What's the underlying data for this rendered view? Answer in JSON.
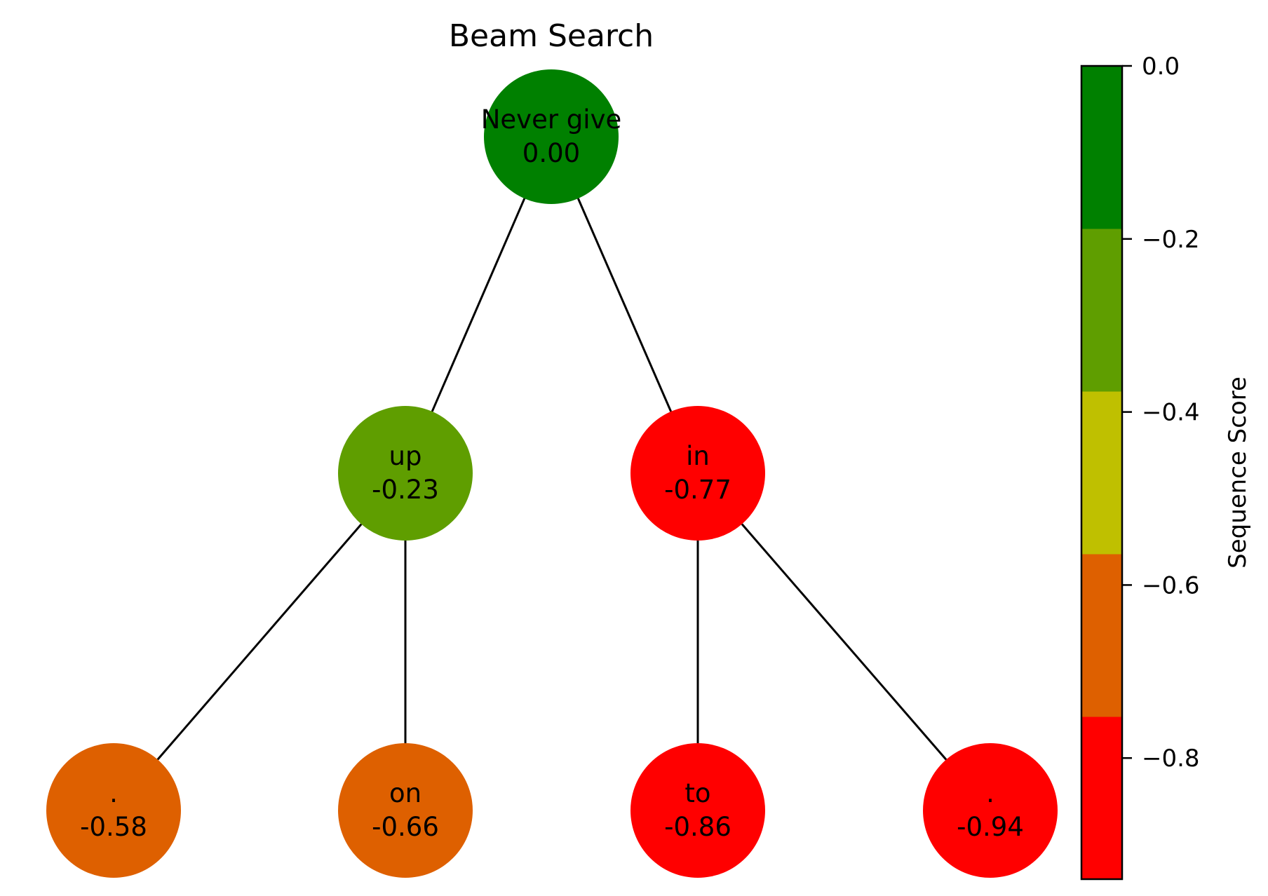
{
  "title": "Beam Search",
  "colors": {
    "edge": "#000000",
    "node_text": "#000000",
    "background": "#ffffff"
  },
  "nodes": [
    {
      "id": "root",
      "token": "Never give",
      "score": "0.00",
      "color": "#008000"
    },
    {
      "id": "up",
      "token": "up",
      "score": "-0.23",
      "color": "#5f9e00"
    },
    {
      "id": "in",
      "token": "in",
      "score": "-0.77",
      "color": "#ff0000"
    },
    {
      "id": "up_dot",
      "token": ".",
      "score": "-0.58",
      "color": "#de6000"
    },
    {
      "id": "up_on",
      "token": "on",
      "score": "-0.66",
      "color": "#de6000"
    },
    {
      "id": "in_to",
      "token": "to",
      "score": "-0.86",
      "color": "#ff0000"
    },
    {
      "id": "in_dot",
      "token": ".",
      "score": "-0.94",
      "color": "#ff0000"
    }
  ],
  "edges": [
    {
      "from": "root",
      "to": "up"
    },
    {
      "from": "root",
      "to": "in"
    },
    {
      "from": "up",
      "to": "up_dot"
    },
    {
      "from": "up",
      "to": "up_on"
    },
    {
      "from": "in",
      "to": "in_to"
    },
    {
      "from": "in",
      "to": "in_dot"
    }
  ],
  "colorbar": {
    "label": "Sequence Score",
    "min": -0.94,
    "max": 0.0,
    "ticks": [
      {
        "value": 0.0,
        "label": "0.0"
      },
      {
        "value": -0.2,
        "label": "−0.2"
      },
      {
        "value": -0.4,
        "label": "−0.4"
      },
      {
        "value": -0.6,
        "label": "−0.6"
      },
      {
        "value": -0.8,
        "label": "−0.8"
      }
    ],
    "bands": [
      {
        "color": "#ff0000"
      },
      {
        "color": "#de6000"
      },
      {
        "color": "#bfc000"
      },
      {
        "color": "#5f9e00"
      },
      {
        "color": "#008000"
      }
    ]
  }
}
